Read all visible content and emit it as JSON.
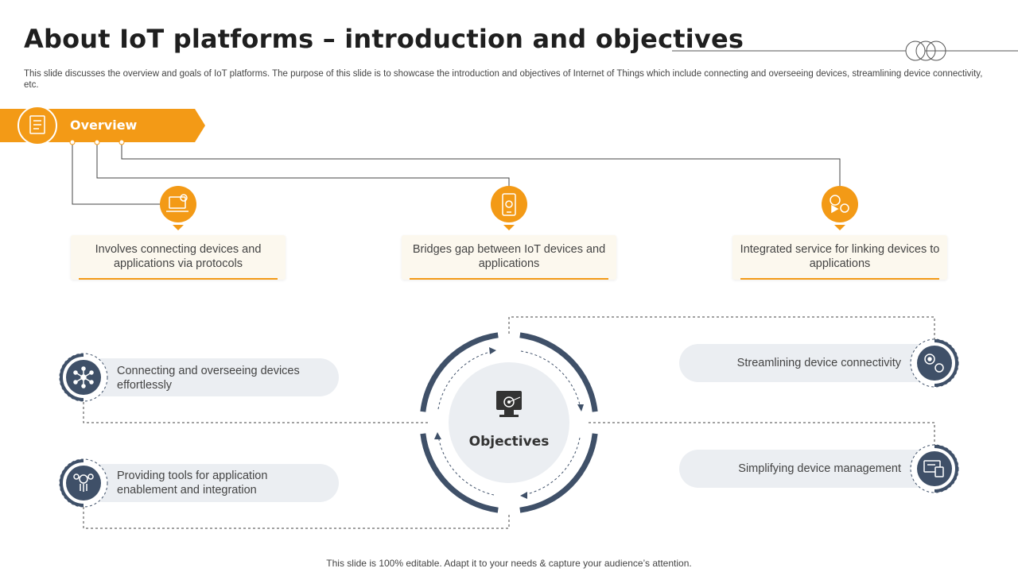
{
  "title": "About IoT platforms – introduction and objectives",
  "subtitle": "This slide discusses the overview and goals of IoT platforms. The purpose of this slide is to showcase the introduction and objectives of Internet of Things which include connecting and overseeing devices, streamlining device connectivity, etc.",
  "overview": {
    "label": "Overview",
    "icon": "document-icon",
    "cards": [
      {
        "text": "Involves connecting devices and applications via protocols",
        "icon": "computer-settings-icon"
      },
      {
        "text": "Bridges gap between IoT devices and applications",
        "icon": "smartphone-gear-icon"
      },
      {
        "text": "Integrated service for linking devices to applications",
        "icon": "gears-play-icon"
      }
    ]
  },
  "objectives": {
    "center_label": "Objectives",
    "center_icon": "monitor-target-icon",
    "left": [
      {
        "text": "Connecting and overseeing devices effortlessly",
        "icon": "network-nodes-icon"
      },
      {
        "text": "Providing tools for application enablement and integration",
        "icon": "gear-circuit-icon"
      }
    ],
    "right": [
      {
        "text": "Streamlining device connectivity",
        "icon": "gears-icon"
      },
      {
        "text": "Simplifying device management",
        "icon": "device-screens-icon"
      }
    ]
  },
  "footer": "This slide is 100% editable. Adapt it to your needs & capture your audience’s attention.",
  "colors": {
    "accent": "#f39a16",
    "navy": "#3f5068",
    "pill": "#ebeef2",
    "card": "#fcf8ee"
  }
}
